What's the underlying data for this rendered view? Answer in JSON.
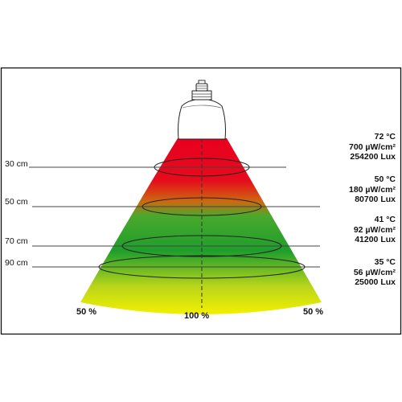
{
  "distances": [
    "30 cm",
    "50 cm",
    "70 cm",
    "90 cm"
  ],
  "zones": [
    {
      "temperature": "72 °C",
      "uv": "700 µW/cm²",
      "lux": "254200 Lux"
    },
    {
      "temperature": "50 °C",
      "uv": "180 µW/cm²",
      "lux": "80700 Lux"
    },
    {
      "temperature": "41 °C",
      "uv": "92 µW/cm²",
      "lux": "41200 Lux"
    },
    {
      "temperature": "35 °C",
      "uv": "56 µW/cm²",
      "lux": "25000 Lux"
    }
  ],
  "intensity": {
    "left": "50 %",
    "center": "100 %",
    "right": "50 %"
  },
  "colors": {
    "red": "#e8001f",
    "green": "#1e9e2c",
    "yellow": "#f3f000"
  }
}
